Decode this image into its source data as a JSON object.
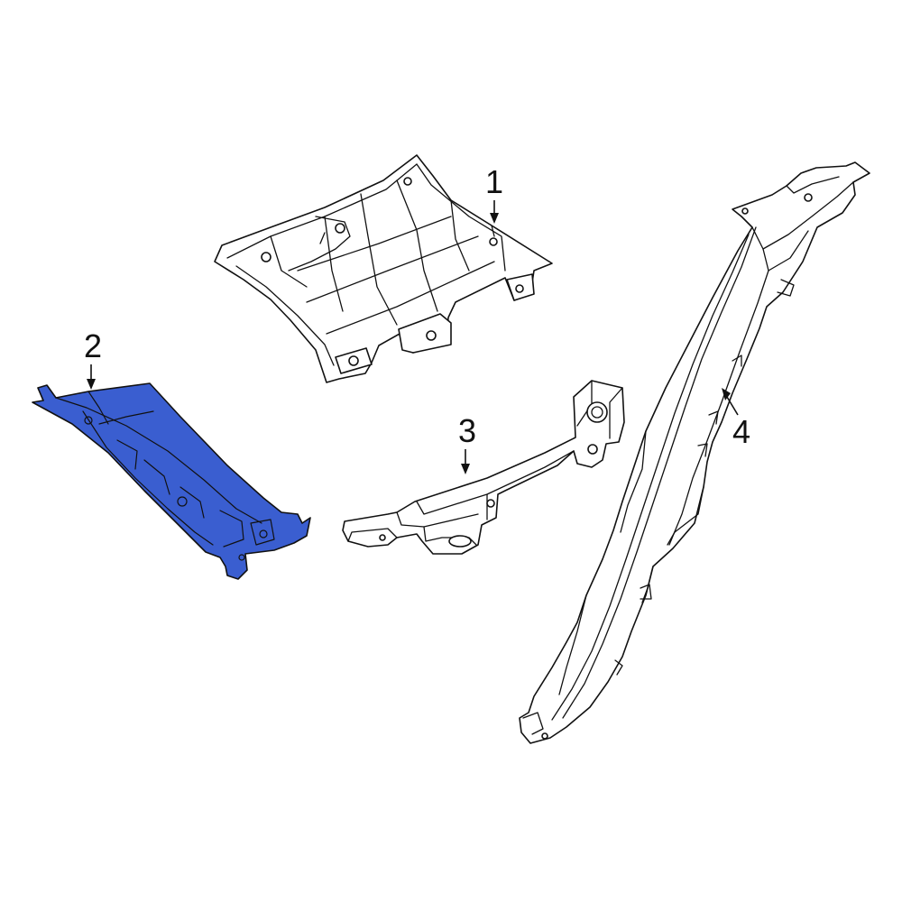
{
  "diagram": {
    "highlight_color": "#3a5ed0",
    "line_color": "#111111",
    "background": "#ffffff",
    "highlighted_part": "2",
    "callouts": [
      {
        "label": "1"
      },
      {
        "label": "2"
      },
      {
        "label": "3"
      },
      {
        "label": "4"
      }
    ]
  }
}
